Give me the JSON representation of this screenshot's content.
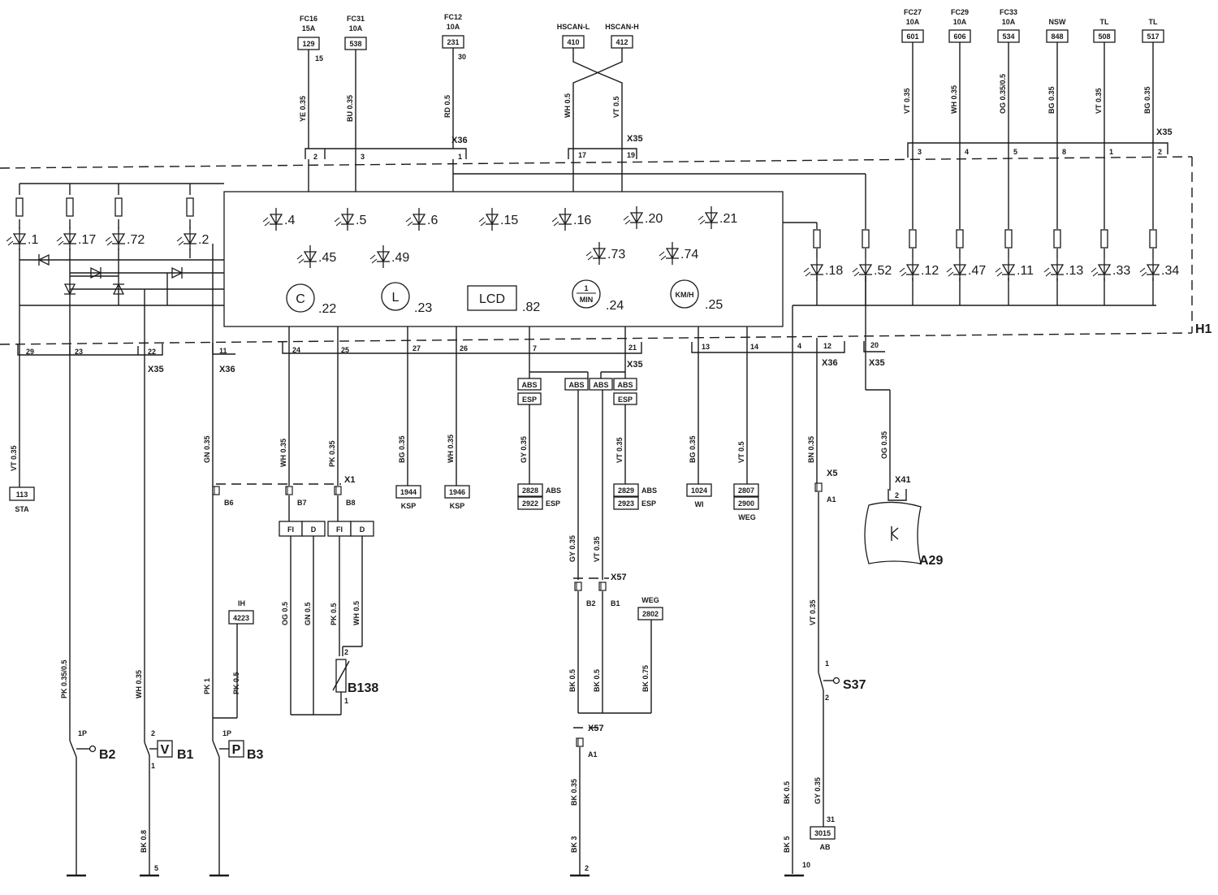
{
  "main_block": "H1",
  "top_fuses": [
    {
      "fuse": "FC16",
      "rating": "15A",
      "box": "129",
      "term": "15",
      "wire": "YE 0.35",
      "pin": "2"
    },
    {
      "fuse": "FC31",
      "rating": "10A",
      "box": "538",
      "term": "",
      "wire": "BU 0.35",
      "pin": "3"
    },
    {
      "fuse": "FC12",
      "rating": "10A",
      "box": "231",
      "term": "30",
      "wire": "RD 0.5",
      "pin": "1"
    }
  ],
  "can": [
    {
      "name": "HSCAN-L",
      "box": "410",
      "wire": "WH 0.5",
      "pin": "17"
    },
    {
      "name": "HSCAN-H",
      "box": "412",
      "wire": "VT 0.5",
      "pin": "19"
    }
  ],
  "right_fuses": [
    {
      "fuse": "FC27",
      "rating": "10A",
      "box": "601",
      "wire": "VT 0.35",
      "pin": "3"
    },
    {
      "fuse": "FC29",
      "rating": "10A",
      "box": "606",
      "wire": "WH 0.35",
      "pin": "4"
    },
    {
      "fuse": "FC33",
      "rating": "10A",
      "box": "534",
      "wire": "OG 0.35/0.5",
      "pin": "5"
    },
    {
      "fuse": "NSW",
      "rating": "",
      "box": "848",
      "wire": "BG 0.35",
      "pin": "8"
    },
    {
      "fuse": "TL",
      "rating": "",
      "box": "508",
      "wire": "VT 0.35",
      "pin": "1"
    },
    {
      "fuse": "TL",
      "rating": "",
      "box": "517",
      "wire": "BG 0.35",
      "pin": "2"
    }
  ],
  "connectors": {
    "x35": "X35",
    "x36": "X36",
    "x1": "X1",
    "x5": "X5",
    "x41": "X41",
    "x57": "X57"
  },
  "inner_leds": [
    ".4",
    ".5",
    ".6",
    ".15",
    ".16",
    ".20",
    ".21",
    ".45",
    ".49",
    ".73",
    ".74"
  ],
  "left_leds": [
    ".1",
    ".17",
    ".72",
    ".2"
  ],
  "right_leds": [
    ".18",
    ".52",
    ".12",
    ".47",
    ".11",
    ".13",
    ".33",
    ".34"
  ],
  "gauges": {
    "c": {
      "sym": "C",
      "label": ".22"
    },
    "l": {
      "sym": "L",
      "label": ".23"
    },
    "lcd": {
      "sym": "LCD",
      "label": ".82"
    },
    "rpm": {
      "sym_top": "1",
      "sym_bot": "MIN",
      "label": ".24"
    },
    "kmh": {
      "sym": "KM/H",
      "label": ".25"
    }
  },
  "bottom_pins": [
    "29",
    "23",
    "22",
    "11",
    "24",
    "25",
    "27",
    "26",
    "7",
    "21",
    "13",
    "14",
    "4",
    "12",
    "20"
  ],
  "bottom_wires": {
    "sta": "VT 0.35",
    "b2": "PK 0.35/0.5",
    "b1": "WH 0.35",
    "b3": "GN 0.35",
    "x1a": "WH 0.35",
    "x1b": "PK 0.35",
    "ksp1": "BG 0.35",
    "ksp2": "WH 0.35",
    "abs1": "GY 0.35",
    "abs2": "VT 0.35",
    "wi": "BG 0.35",
    "weg": "VT 0.5",
    "bn": "BN 0.35",
    "og": "OG 0.35",
    "og05": "OG 0.5",
    "gn05": "GN 0.5",
    "pk05a": "PK 0.5",
    "wh05": "WH 0.5",
    "pk1": "PK 1",
    "pk05b": "PK 0.5",
    "bk08": "BK 0.8",
    "gy035b": "GY 0.35",
    "vt035b": "VT 0.35",
    "bk05a": "BK 0.5",
    "bk05b": "BK 0.5",
    "bk075": "BK 0.75",
    "bk035": "BK 0.35",
    "bk3": "BK 3",
    "vt035c": "VT 0.35",
    "bk05c": "BK 0.5",
    "gy035c": "GY 0.35",
    "bk5": "BK 5"
  },
  "bottom_boxes": {
    "sta": {
      "num": "113",
      "label": "STA"
    },
    "ksp1": {
      "num": "1944",
      "label": "KSP"
    },
    "ksp2": {
      "num": "1946",
      "label": "KSP"
    },
    "abs1": {
      "n1": "2828",
      "n2": "2922",
      "l1": "ABS",
      "l2": "ESP"
    },
    "abs2": {
      "n1": "2829",
      "n2": "2923",
      "l1": "ABS",
      "l2": "ESP"
    },
    "wi": {
      "num": "1024",
      "label": "WI"
    },
    "weg": {
      "n1": "2807",
      "n2": "2900",
      "label": "WEG"
    },
    "ih": {
      "num": "4223",
      "label": "IH"
    },
    "weg2": {
      "num": "2802",
      "label": "WEG"
    },
    "ab": {
      "num": "3015",
      "label": "AB"
    }
  },
  "abs_tags": {
    "abs": "ABS",
    "esp": "ESP"
  },
  "pin_labels": {
    "b6": "B6",
    "b7": "B7",
    "b8": "B8",
    "a1": "A1",
    "b2": "B2",
    "b1": "B1",
    "a1b": "A1",
    "x41pin": "2",
    "fi": "FI",
    "d": "D"
  },
  "components": {
    "b2": "B2",
    "b1": "B1",
    "b3": "B3",
    "b138": "B138",
    "s37": "S37",
    "a29": "A29",
    "v": "V",
    "p": "P"
  },
  "misc_nums": {
    "p1p": "1P",
    "p2": "2",
    "p1": "1",
    "p1pb": "1P",
    "b138_2": "2",
    "b138_1": "1",
    "s37_1": "1",
    "s37_2": "2",
    "g5": "5",
    "g2": "2",
    "g10": "10",
    "ab31": "31"
  }
}
